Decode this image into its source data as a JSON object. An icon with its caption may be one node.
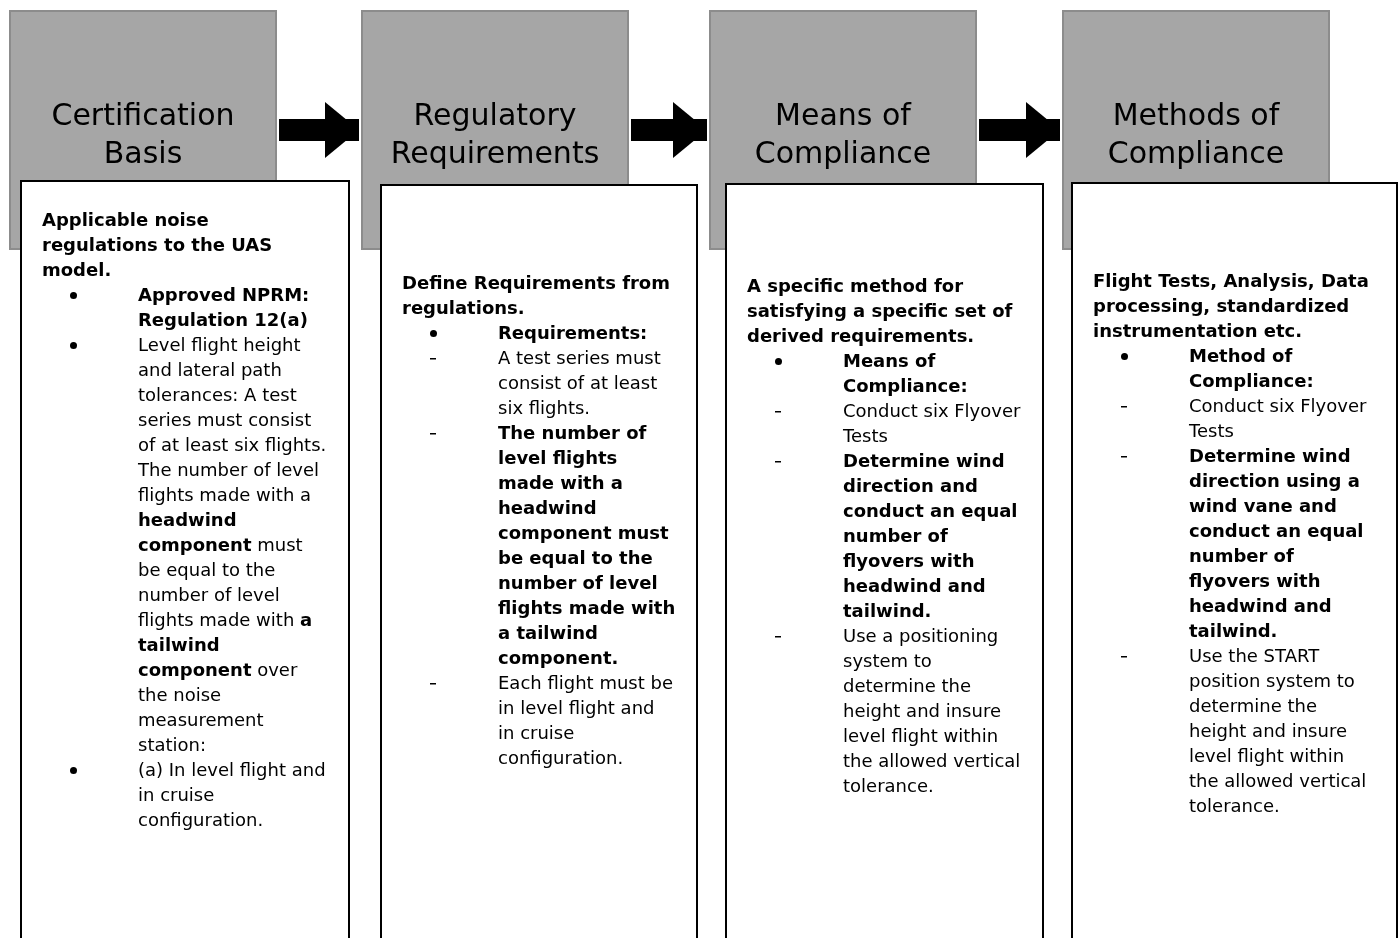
{
  "diagram": {
    "nodes": [
      {
        "text": [
          "Certification Basis"
        ]
      },
      {
        "text": [
          "Applicable noise regulations to the UAS model.",
          "Approved NPRM: Regulation 12(a)",
          "Level flight height and lateral path tolerances: A test series must consist of at least six flights. The number of level flights made with a **headwind component** must be equal to the number of level flights made with **a tailwind component** over the noise measurement station:",
          "(a) In level flight and in cruise configuration."
        ]
      },
      {
        "text": [
          "Regulatory Requirements"
        ]
      },
      {
        "text": [
          "Define Requirements from regulations.",
          "Requirements:",
          "A test series must consist of at least six flights.",
          "The number of level flights made with a headwind component must be equal to the number of level flights made with a tailwind component.",
          "Each flight must be in level flight and in cruise configuration."
        ]
      },
      {
        "text": [
          "Means of Compliance"
        ]
      },
      {
        "text": [
          "A specific method for satisfying a specific set of derived requirements.",
          "Means of Compliance:",
          "Conduct six Flyover Tests",
          "Determine wind direction and conduct an equal number of flyovers with headwind and tailwind.",
          "Use a positioning system to determine the height and insure level flight within the allowed vertical tolerance."
        ]
      },
      {
        "text": [
          "Methods of Compliance"
        ]
      },
      {
        "text": [
          "Flight Tests, Analysis, Data processing, standardized instrumentation etc.",
          "Method of Compliance:",
          "Conduct six Flyover Tests",
          "Determine wind direction using a wind vane and conduct an equal number of flyovers with headwind and tailwind.",
          "Use the START position system to determine the height and insure level flight within the allowed vertical tolerance."
        ]
      }
    ],
    "edges": [
      {
        "from": 0,
        "to": 2,
        "arrow": "to"
      },
      {
        "from": 2,
        "to": 4,
        "arrow": "to"
      },
      {
        "from": 4,
        "to": 6,
        "arrow": "to"
      }
    ]
  }
}
